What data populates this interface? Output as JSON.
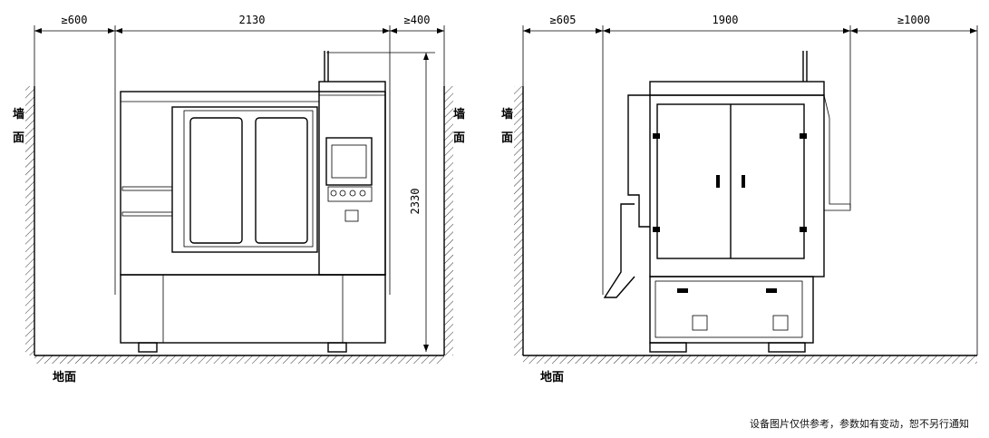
{
  "front_view": {
    "dimensions": {
      "left_clearance": "≥600",
      "machine_width": "2130",
      "right_clearance": "≥400",
      "height": "2330"
    },
    "labels": {
      "wall_left": "墙\n面",
      "wall_right": "墙\n面",
      "ground": "地面"
    }
  },
  "side_view": {
    "dimensions": {
      "left_clearance": "≥605",
      "machine_depth": "1900",
      "right_clearance": "≥1000"
    },
    "labels": {
      "wall_left": "墙\n面",
      "ground": "地面"
    }
  },
  "footer": {
    "note": "设备图片仅供参考，参数如有变动，恕不另行通知"
  }
}
